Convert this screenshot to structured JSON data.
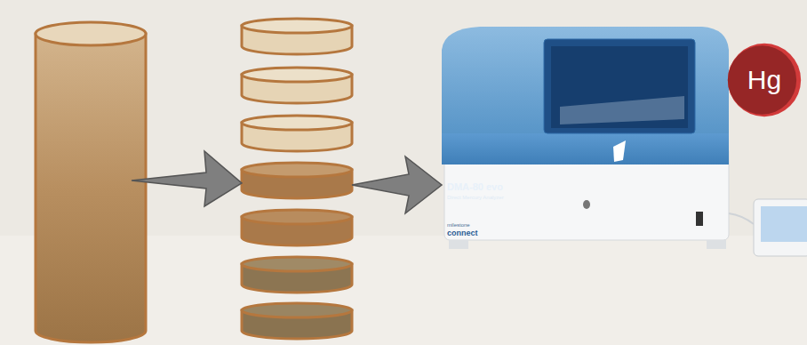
{
  "diagram": {
    "nodes": [
      {
        "text": [
          "Hg"
        ]
      }
    ],
    "labels": [
      "DMA-80 evo",
      "Direct Mercury Analyzer",
      "milestone",
      "connect"
    ]
  }
}
